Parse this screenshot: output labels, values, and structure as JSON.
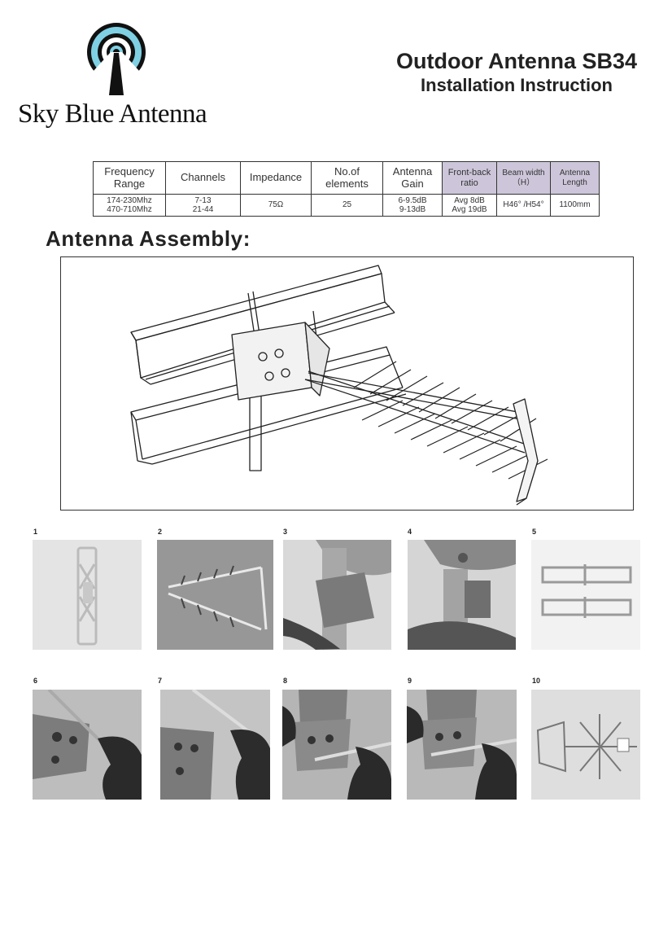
{
  "brand": {
    "name": "Sky Blue Antenna"
  },
  "header": {
    "title": "Outdoor Antenna SB34",
    "subtitle": "Installation Instruction"
  },
  "spec_table": {
    "headers": [
      "Frequency Range",
      "Channels",
      "Impedance",
      "No.of elements",
      "Antenna Gain",
      "Front-back ratio",
      "Beam width （H）",
      "Antenna Length"
    ],
    "values": [
      [
        "174-230Mhz",
        "470-710Mhz"
      ],
      [
        "7-13",
        "21-44"
      ],
      [
        "75Ω"
      ],
      [
        "25"
      ],
      [
        "6-9.5dB",
        "9-13dB"
      ],
      [
        "Avg 8dB",
        "Avg 19dB"
      ],
      [
        "H46°  /H54°"
      ],
      [
        "1100mm"
      ]
    ],
    "shaded_color": "#cdc6da"
  },
  "section": {
    "heading": "Antenna Assembly:"
  },
  "steps": [
    {
      "number": "1",
      "photo": "folded-antenna"
    },
    {
      "number": "2",
      "photo": "director-array-unfolded"
    },
    {
      "number": "3",
      "photo": "mount-bracket-closeup"
    },
    {
      "number": "4",
      "photo": "bracket-clamp-closeup"
    },
    {
      "number": "5",
      "photo": "reflector-frames"
    },
    {
      "number": "6",
      "photo": "inserting-rod"
    },
    {
      "number": "7",
      "photo": "inserting-rod"
    },
    {
      "number": "8",
      "photo": "inserting-reflector"
    },
    {
      "number": "9",
      "photo": "inserting-reflector"
    },
    {
      "number": "10",
      "photo": "assembled-antenna"
    }
  ],
  "logo": {
    "ring_color": "#7fd0e3",
    "mast_color": "#111111"
  }
}
